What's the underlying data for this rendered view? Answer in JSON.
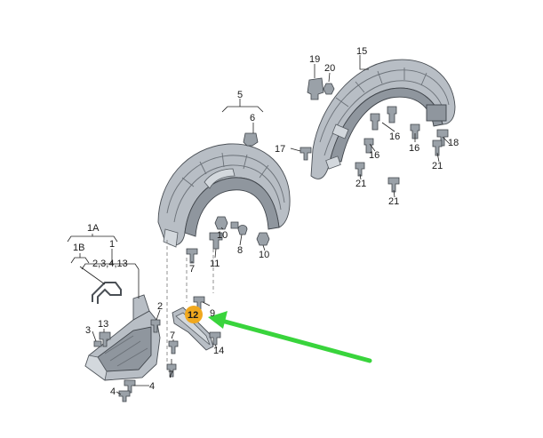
{
  "callouts": {
    "c15": "15",
    "c19": "19",
    "c20": "20",
    "c5": "5",
    "c6": "6",
    "c17": "17",
    "c16a": "16",
    "c16b": "16",
    "c16c": "16",
    "c18": "18",
    "c21a": "21",
    "c21b": "21",
    "c21c": "21",
    "c10a": "10",
    "c10b": "10",
    "c7a": "7",
    "c11": "11",
    "c8": "8",
    "c1A": "1A",
    "c1B": "1B",
    "c1": "1",
    "c2344": "2,3,4,13",
    "c2": "2",
    "c9": "9",
    "c12": "12",
    "c13": "13",
    "c3": "3",
    "c7b": "7",
    "c7c": "7",
    "c4a": "4",
    "c4b": "4",
    "c14": "14"
  },
  "colors": {
    "highlight": "#f0a81e",
    "arrow": "#39d43c"
  },
  "icons": {
    "pointer": "green-arrow-pointer"
  }
}
